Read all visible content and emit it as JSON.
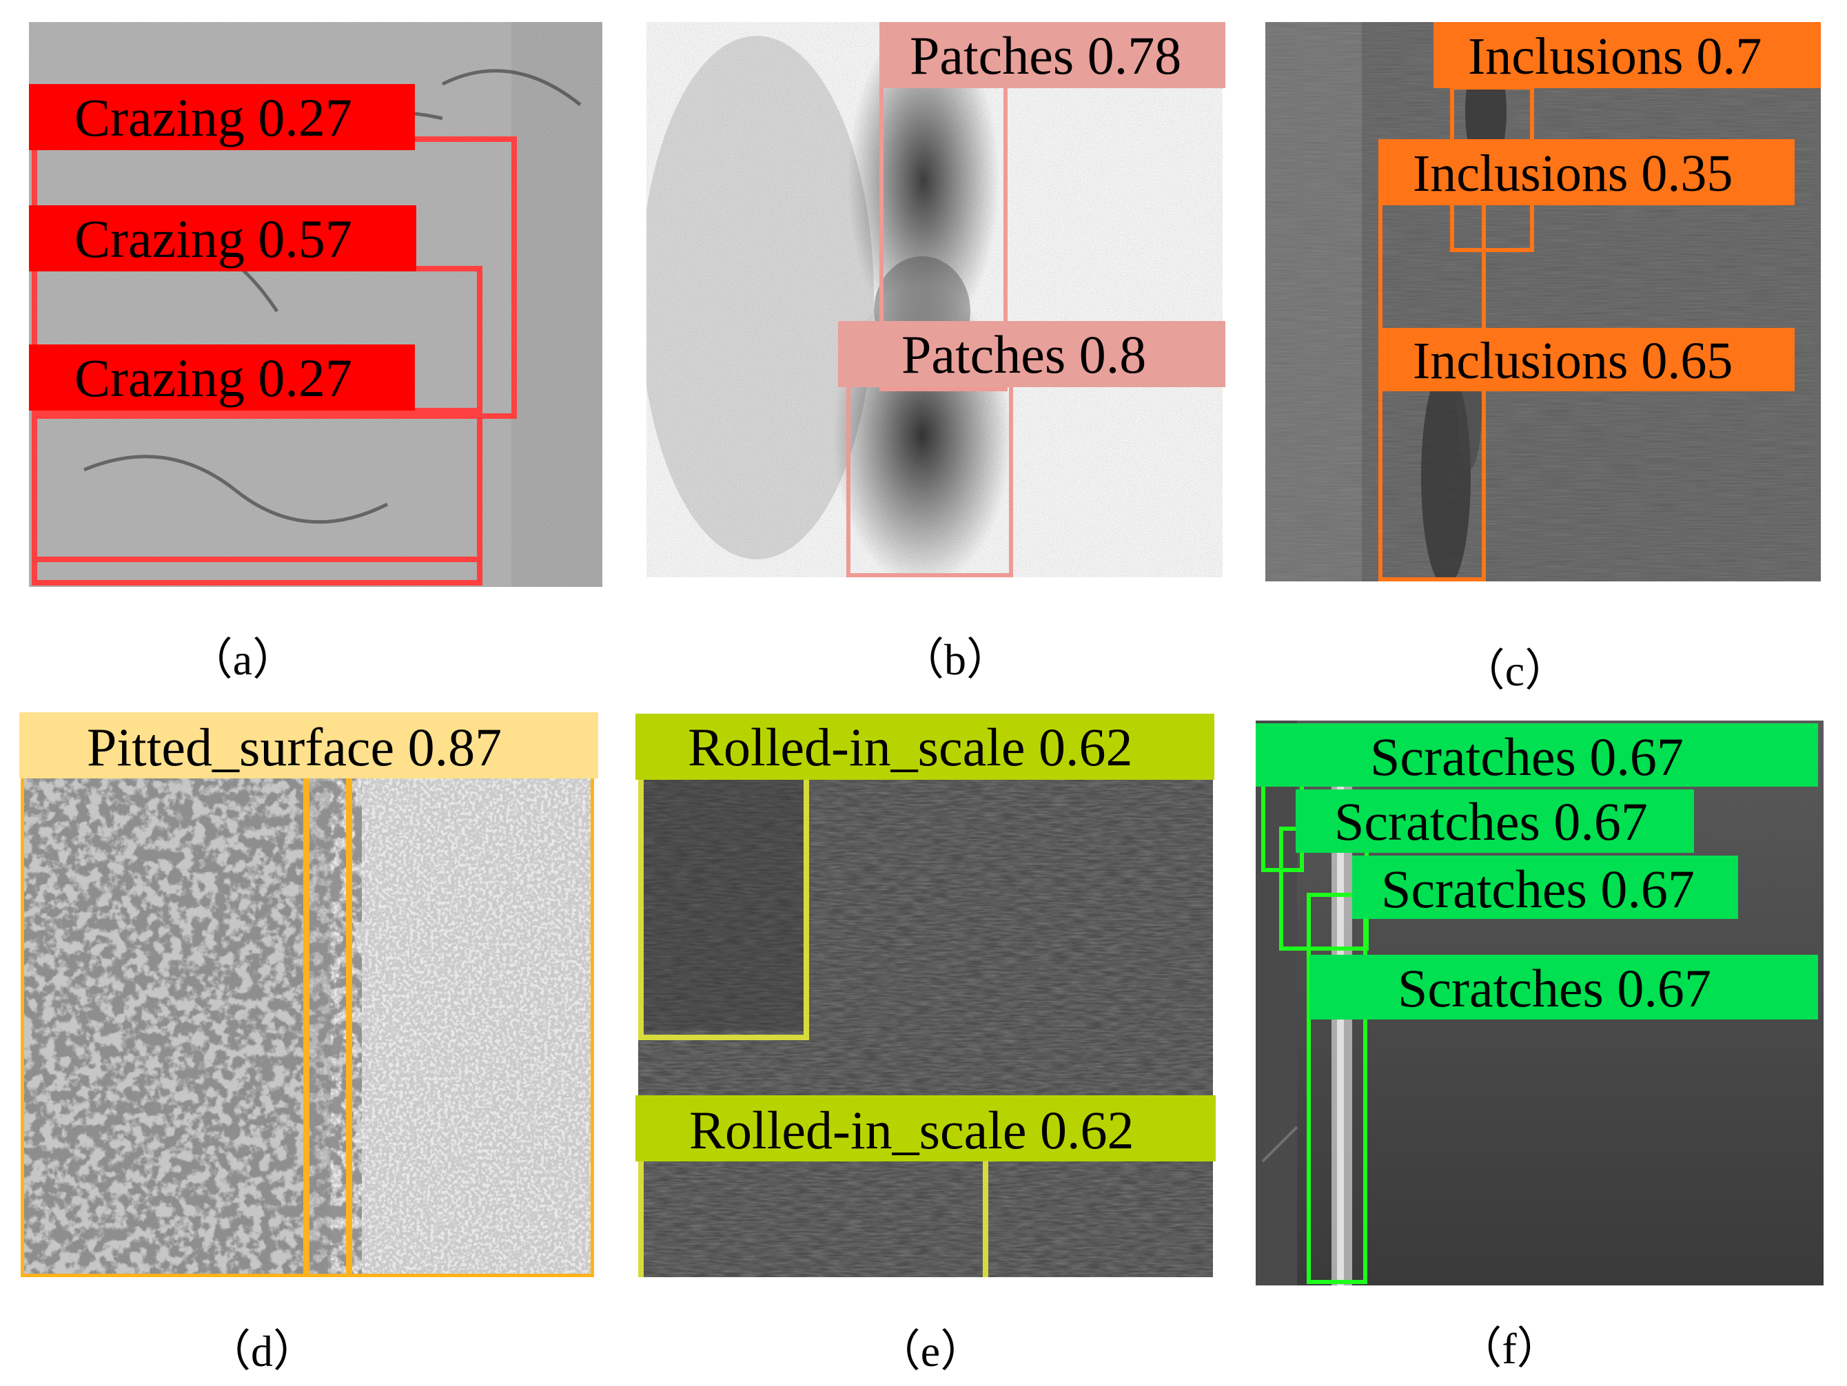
{
  "panels": [
    {
      "id": "a",
      "caption": "（a）",
      "detections": [
        {
          "label": "Crazing 0.27",
          "class": "Crazing",
          "score": 0.27
        },
        {
          "label": "Crazing 0.57",
          "class": "Crazing",
          "score": 0.57
        },
        {
          "label": "Crazing 0.27",
          "class": "Crazing",
          "score": 0.27
        }
      ]
    },
    {
      "id": "b",
      "caption": "（b）",
      "detections": [
        {
          "label": "Patches 0.78",
          "class": "Patches",
          "score": 0.78
        },
        {
          "label": "Patches 0.8",
          "class": "Patches",
          "score": 0.8
        }
      ]
    },
    {
      "id": "c",
      "caption": "（c）",
      "detections": [
        {
          "label": "Inclusions 0.7",
          "class": "Inclusions",
          "score": 0.7
        },
        {
          "label": "Inclusions 0.35",
          "class": "Inclusions",
          "score": 0.35
        },
        {
          "label": "Inclusions 0.65",
          "class": "Inclusions",
          "score": 0.65
        }
      ]
    },
    {
      "id": "d",
      "caption": "（d）",
      "detections": [
        {
          "label": "Pitted_surface 0.87",
          "class": "Pitted_surface",
          "score": 0.87
        }
      ]
    },
    {
      "id": "e",
      "caption": "（e）",
      "detections": [
        {
          "label": "Rolled-in_scale 0.62",
          "class": "Rolled-in_scale",
          "score": 0.62
        },
        {
          "label": "Rolled-in_scale 0.62",
          "class": "Rolled-in_scale",
          "score": 0.62
        }
      ]
    },
    {
      "id": "f",
      "caption": "（f）",
      "detections": [
        {
          "label": "Scratches 0.67",
          "class": "Scratches",
          "score": 0.67
        },
        {
          "label": "Scratches 0.67",
          "class": "Scratches",
          "score": 0.67
        },
        {
          "label": "Scratches 0.67",
          "class": "Scratches",
          "score": 0.67
        },
        {
          "label": "Scratches 0.67",
          "class": "Scratches",
          "score": 0.67
        }
      ]
    }
  ],
  "colors": {
    "crazing": "#ff0000",
    "patches": "#e8a09a",
    "inclusions": "#ff7417",
    "pitted_surface": "#ffe08c",
    "pitted_surface_box": "#ffb21a",
    "rolled_in_scale": "#b8d400",
    "scratches": "#00e050"
  }
}
